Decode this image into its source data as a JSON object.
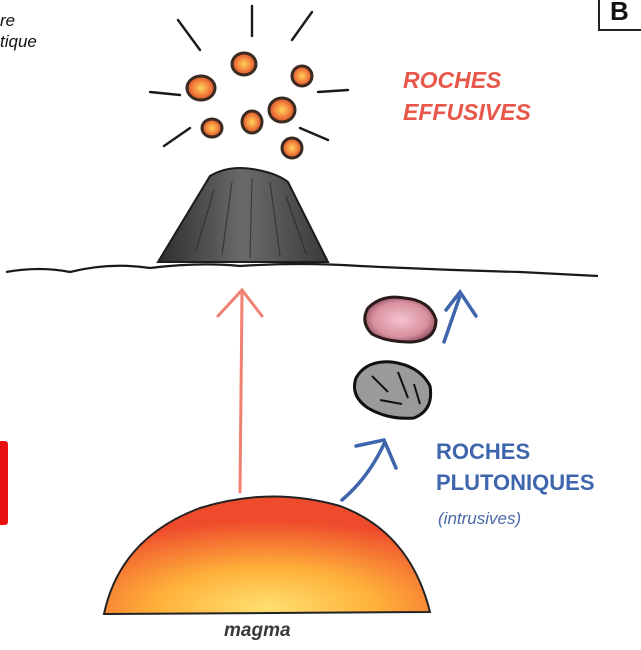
{
  "caption": {
    "line1": "re",
    "line2": "tique"
  },
  "corner_box": {
    "letter": "B"
  },
  "labels": {
    "effusive_line1": "ROCHES",
    "effusive_line2": "EFFUSIVES",
    "plutonic_line1": "ROCHES",
    "plutonic_line2": "PLUTONIQUES",
    "plutonic_sub": "(intrusives)",
    "magma": "magma"
  },
  "colors": {
    "effusive_text": "#e8584a",
    "plutonic_text": "#3f66ad",
    "red_arrow": "#f08070",
    "blue_arrow": "#3f66ad",
    "magma_inner": "#ffd35a",
    "magma_outer": "#ee4a2c",
    "volcano": "#555555",
    "red_tab": "#e81010"
  }
}
